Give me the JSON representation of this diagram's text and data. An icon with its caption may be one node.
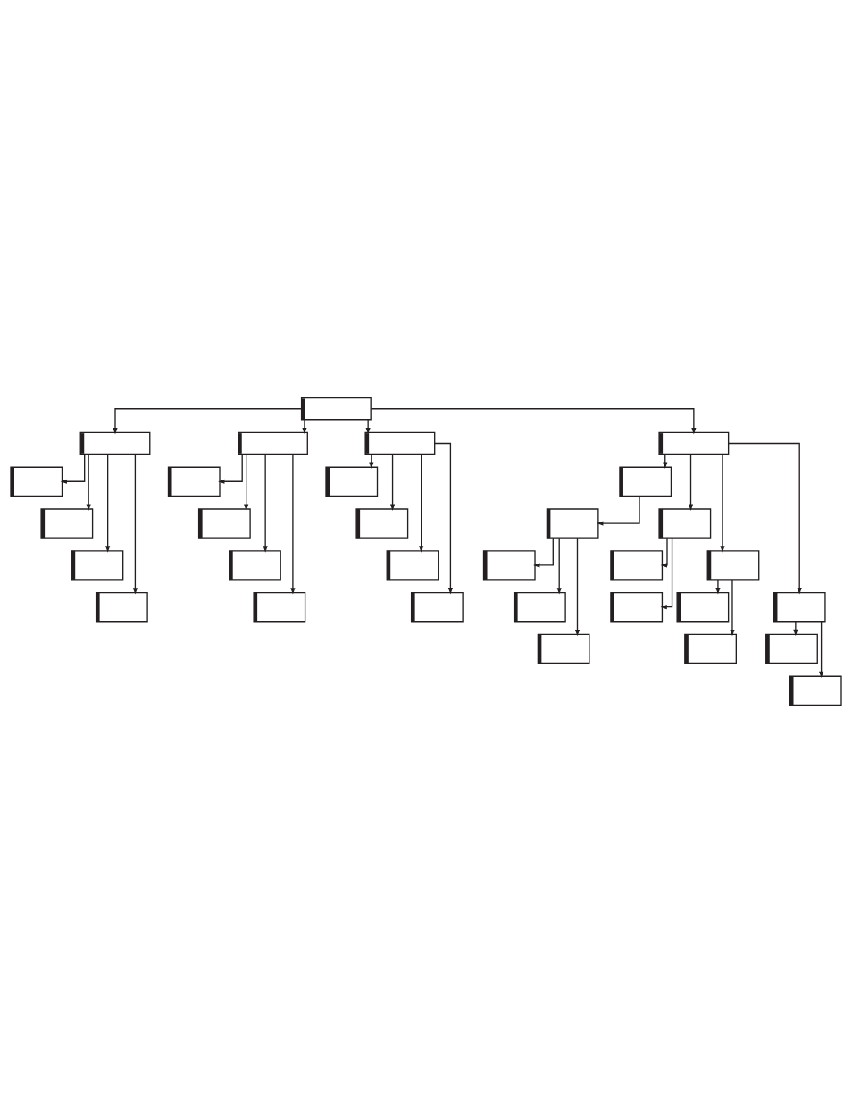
{
  "diagram": {
    "nodes": [
      {
        "text": [],
        "shape": "box"
      },
      {
        "text": [],
        "shape": "box"
      },
      {
        "text": [],
        "shape": "box"
      },
      {
        "text": [],
        "shape": "box"
      },
      {
        "text": [],
        "shape": "box"
      },
      {
        "text": [],
        "shape": "box"
      },
      {
        "text": [],
        "shape": "box"
      },
      {
        "text": [],
        "shape": "box"
      },
      {
        "text": [],
        "shape": "box"
      },
      {
        "text": [],
        "shape": "box"
      },
      {
        "text": [],
        "shape": "box"
      },
      {
        "text": [],
        "shape": "box"
      },
      {
        "text": [],
        "shape": "box"
      },
      {
        "text": [],
        "shape": "box"
      },
      {
        "text": [],
        "shape": "box"
      },
      {
        "text": [],
        "shape": "box"
      },
      {
        "text": [],
        "shape": "box"
      },
      {
        "text": [],
        "shape": "box"
      },
      {
        "text": [],
        "shape": "box"
      },
      {
        "text": [],
        "shape": "box"
      },
      {
        "text": [],
        "shape": "box"
      },
      {
        "text": [],
        "shape": "box"
      },
      {
        "text": [],
        "shape": "box"
      },
      {
        "text": [],
        "shape": "box"
      },
      {
        "text": [],
        "shape": "box"
      },
      {
        "text": [],
        "shape": "box"
      },
      {
        "text": [],
        "shape": "box"
      },
      {
        "text": [],
        "shape": "box"
      },
      {
        "text": [],
        "shape": "box"
      },
      {
        "text": [],
        "shape": "box"
      },
      {
        "text": [],
        "shape": "box"
      }
    ],
    "edges": [
      {
        "from": 0,
        "to": 1,
        "arrow": "to"
      },
      {
        "from": 0,
        "to": 2,
        "arrow": "to"
      },
      {
        "from": 0,
        "to": 3,
        "arrow": "to"
      },
      {
        "from": 0,
        "to": 4,
        "arrow": "to"
      },
      {
        "from": 1,
        "to": 5,
        "arrow": "to"
      },
      {
        "from": 1,
        "to": 6,
        "arrow": "to"
      },
      {
        "from": 1,
        "to": 7,
        "arrow": "to"
      },
      {
        "from": 1,
        "to": 8,
        "arrow": "to"
      },
      {
        "from": 2,
        "to": 9,
        "arrow": "to"
      },
      {
        "from": 2,
        "to": 10,
        "arrow": "to"
      },
      {
        "from": 2,
        "to": 11,
        "arrow": "to"
      },
      {
        "from": 2,
        "to": 12,
        "arrow": "to"
      },
      {
        "from": 3,
        "to": 13,
        "arrow": "to"
      },
      {
        "from": 3,
        "to": 14,
        "arrow": "to"
      },
      {
        "from": 3,
        "to": 15,
        "arrow": "to"
      },
      {
        "from": 3,
        "to": 16,
        "arrow": "to"
      },
      {
        "from": 4,
        "to": 17,
        "arrow": "to"
      },
      {
        "from": 17,
        "to": 18,
        "arrow": "to"
      },
      {
        "from": 4,
        "to": 19,
        "arrow": "to"
      },
      {
        "from": 19,
        "to": 20,
        "arrow": "to"
      },
      {
        "from": 19,
        "to": 21,
        "arrow": "to"
      },
      {
        "from": 18,
        "to": 22,
        "arrow": "to"
      },
      {
        "from": 18,
        "to": 23,
        "arrow": "to"
      },
      {
        "from": 18,
        "to": 24,
        "arrow": "to"
      },
      {
        "from": 4,
        "to": 25,
        "arrow": "to"
      },
      {
        "from": 25,
        "to": 26,
        "arrow": "to"
      },
      {
        "from": 25,
        "to": 27,
        "arrow": "to"
      },
      {
        "from": 4,
        "to": 28,
        "arrow": "to"
      },
      {
        "from": 28,
        "to": 29,
        "arrow": "to"
      },
      {
        "from": 28,
        "to": 30,
        "arrow": "to"
      }
    ]
  }
}
